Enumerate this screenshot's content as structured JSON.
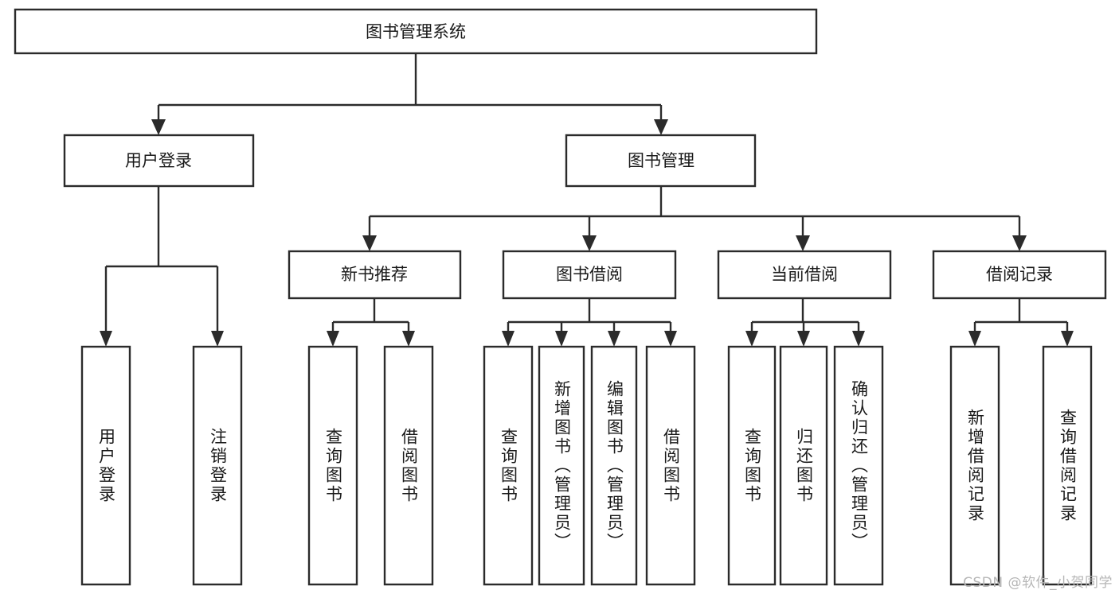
{
  "diagram": {
    "title": "图书管理系统",
    "type": "tree-hierarchy-diagram",
    "colors": {
      "stroke": "#2b2b2b",
      "fill": "#ffffff",
      "text": "#1a1a1a",
      "watermark": "#b6b6b6",
      "background": "#ffffff"
    },
    "root": {
      "label": "图书管理系统"
    },
    "level2": [
      {
        "label": "用户登录"
      },
      {
        "label": "图书管理"
      }
    ],
    "level3": [
      {
        "label": "新书推荐"
      },
      {
        "label": "图书借阅"
      },
      {
        "label": "当前借阅"
      },
      {
        "label": "借阅记录"
      }
    ],
    "leaves": {
      "user_login": [
        {
          "label": "用户登录"
        },
        {
          "label": "注销登录"
        }
      ],
      "new_book_recommend": [
        {
          "label": "查询图书"
        },
        {
          "label": "借阅图书"
        }
      ],
      "book_borrow": [
        {
          "label": "查询图书"
        },
        {
          "label": "新增图书（管理员）"
        },
        {
          "label": "编辑图书（管理员）"
        },
        {
          "label": "借阅图书"
        }
      ],
      "current_borrow": [
        {
          "label": "查询图书"
        },
        {
          "label": "归还图书"
        },
        {
          "label": "确认归还（管理员）"
        }
      ],
      "borrow_record": [
        {
          "label": "新增借阅记录"
        },
        {
          "label": "查询借阅记录"
        }
      ]
    }
  },
  "watermark": {
    "text": "CSDN @软件_小贺同学"
  }
}
